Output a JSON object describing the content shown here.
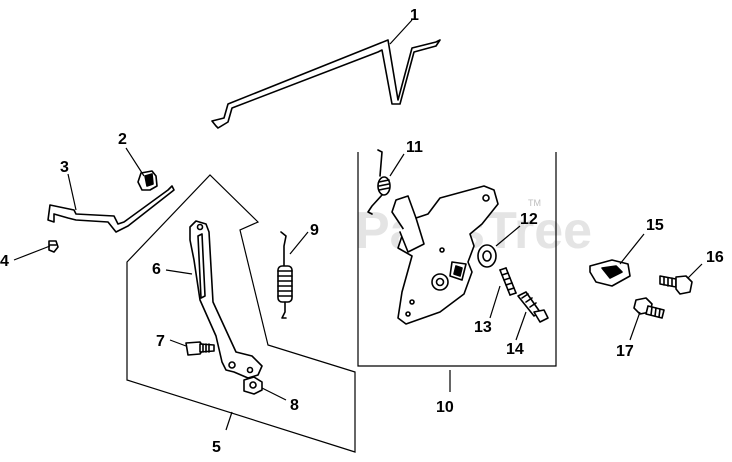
{
  "watermark": {
    "text": "PartsTree",
    "trademark": "TM"
  },
  "callouts": [
    {
      "id": "1",
      "label": "1"
    },
    {
      "id": "2",
      "label": "2"
    },
    {
      "id": "3",
      "label": "3"
    },
    {
      "id": "4",
      "label": "4"
    },
    {
      "id": "5",
      "label": "5"
    },
    {
      "id": "6",
      "label": "6"
    },
    {
      "id": "7",
      "label": "7"
    },
    {
      "id": "8",
      "label": "8"
    },
    {
      "id": "9",
      "label": "9"
    },
    {
      "id": "10",
      "label": "10"
    },
    {
      "id": "11",
      "label": "11"
    },
    {
      "id": "12",
      "label": "12"
    },
    {
      "id": "13",
      "label": "13"
    },
    {
      "id": "14",
      "label": "14"
    },
    {
      "id": "15",
      "label": "15"
    },
    {
      "id": "16",
      "label": "16"
    },
    {
      "id": "17",
      "label": "17"
    }
  ]
}
